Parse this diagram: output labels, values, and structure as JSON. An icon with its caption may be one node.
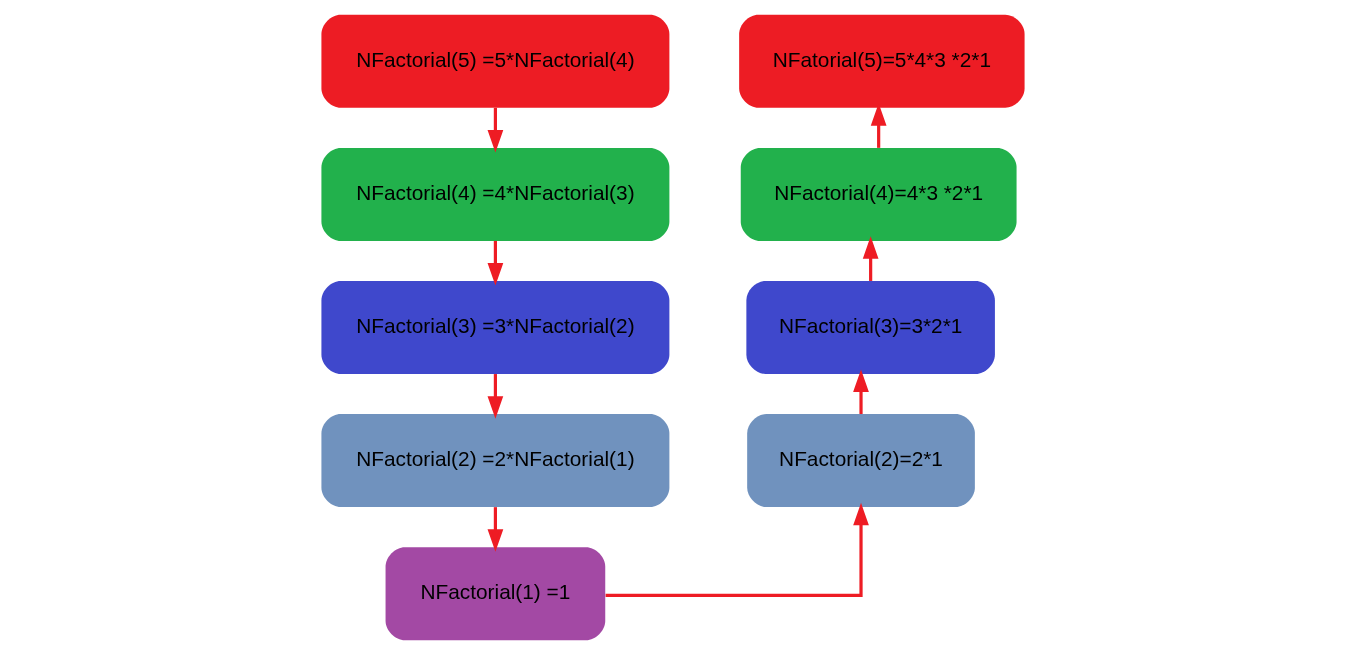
{
  "diagram": {
    "nodes": [
      {
        "text": [
          "NFactorial(5) =5*NFactorial(4)"
        ]
      },
      {
        "text": [
          "NFactorial(4) =4*NFactorial(3)"
        ]
      },
      {
        "text": [
          "NFactorial(3) =3*NFactorial(2)"
        ]
      },
      {
        "text": [
          "NFactorial(2) =2*NFactorial(1)"
        ]
      },
      {
        "text": [
          "NFactorial(1) =1"
        ]
      },
      {
        "text": [
          "NFactorial(2)=2*1"
        ]
      },
      {
        "text": [
          "NFactorial(3)=3*2*1"
        ]
      },
      {
        "text": [
          "NFactorial(4)=4*3 *2*1"
        ]
      },
      {
        "text": [
          "NFatorial(5)=5*4*3 *2*1"
        ]
      }
    ],
    "edges": [
      {
        "from": 0,
        "to": 1,
        "arrow": "to"
      },
      {
        "from": 1,
        "to": 2,
        "arrow": "to"
      },
      {
        "from": 2,
        "to": 3,
        "arrow": "to"
      },
      {
        "from": 3,
        "to": 4,
        "arrow": "to"
      },
      {
        "from": 4,
        "to": 5,
        "arrow": "to"
      },
      {
        "from": 5,
        "to": 6,
        "arrow": "to"
      },
      {
        "from": 6,
        "to": 7,
        "arrow": "to"
      },
      {
        "from": 7,
        "to": 8,
        "arrow": "to"
      }
    ]
  }
}
